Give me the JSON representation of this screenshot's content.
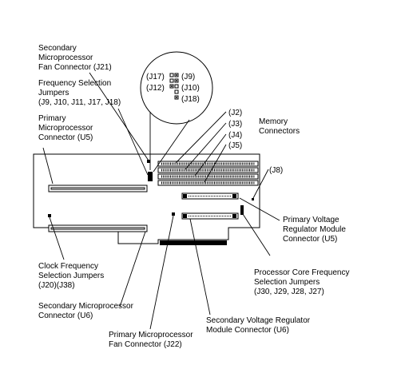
{
  "labels": {
    "sec_fan": [
      "Secondary",
      "Microprocessor",
      "Fan Connector (J21)"
    ],
    "freq_sel": [
      "Frequency Selection",
      "Jumpers",
      "(J9, J10, J11, J17, J18)"
    ],
    "prim_conn": [
      "Primary",
      "Microprocessor",
      "Connector (U5)"
    ],
    "j2": "(J2)",
    "j3": "(J3)",
    "j4": "(J4)",
    "j5": "(J5)",
    "memory": [
      "Memory",
      "Connectors"
    ],
    "j8": "(J8)",
    "pvrm": [
      "Primary Voltage",
      "Regulator Module",
      "Connector (U5)"
    ],
    "pcf": [
      "Processor Core Frequency",
      "Selection Jumpers",
      "(J30, J29, J28, J27)"
    ],
    "clock": [
      "Clock Frequency",
      "Selection Jumpers",
      "(J20)(J38)"
    ],
    "sec_conn": [
      "Secondary Microprocessor",
      "Connector (U6)"
    ],
    "prim_fan": [
      "Primary Microprocessor",
      "Fan Connector (J22)"
    ],
    "svrm": [
      "Secondary Voltage Regulator",
      "Module Connector (U6)"
    ]
  },
  "inset": {
    "j17": "(J17)",
    "j9": "(J9)",
    "j12": "(J12)",
    "j10": "(J10)",
    "j18": "(J18)"
  }
}
